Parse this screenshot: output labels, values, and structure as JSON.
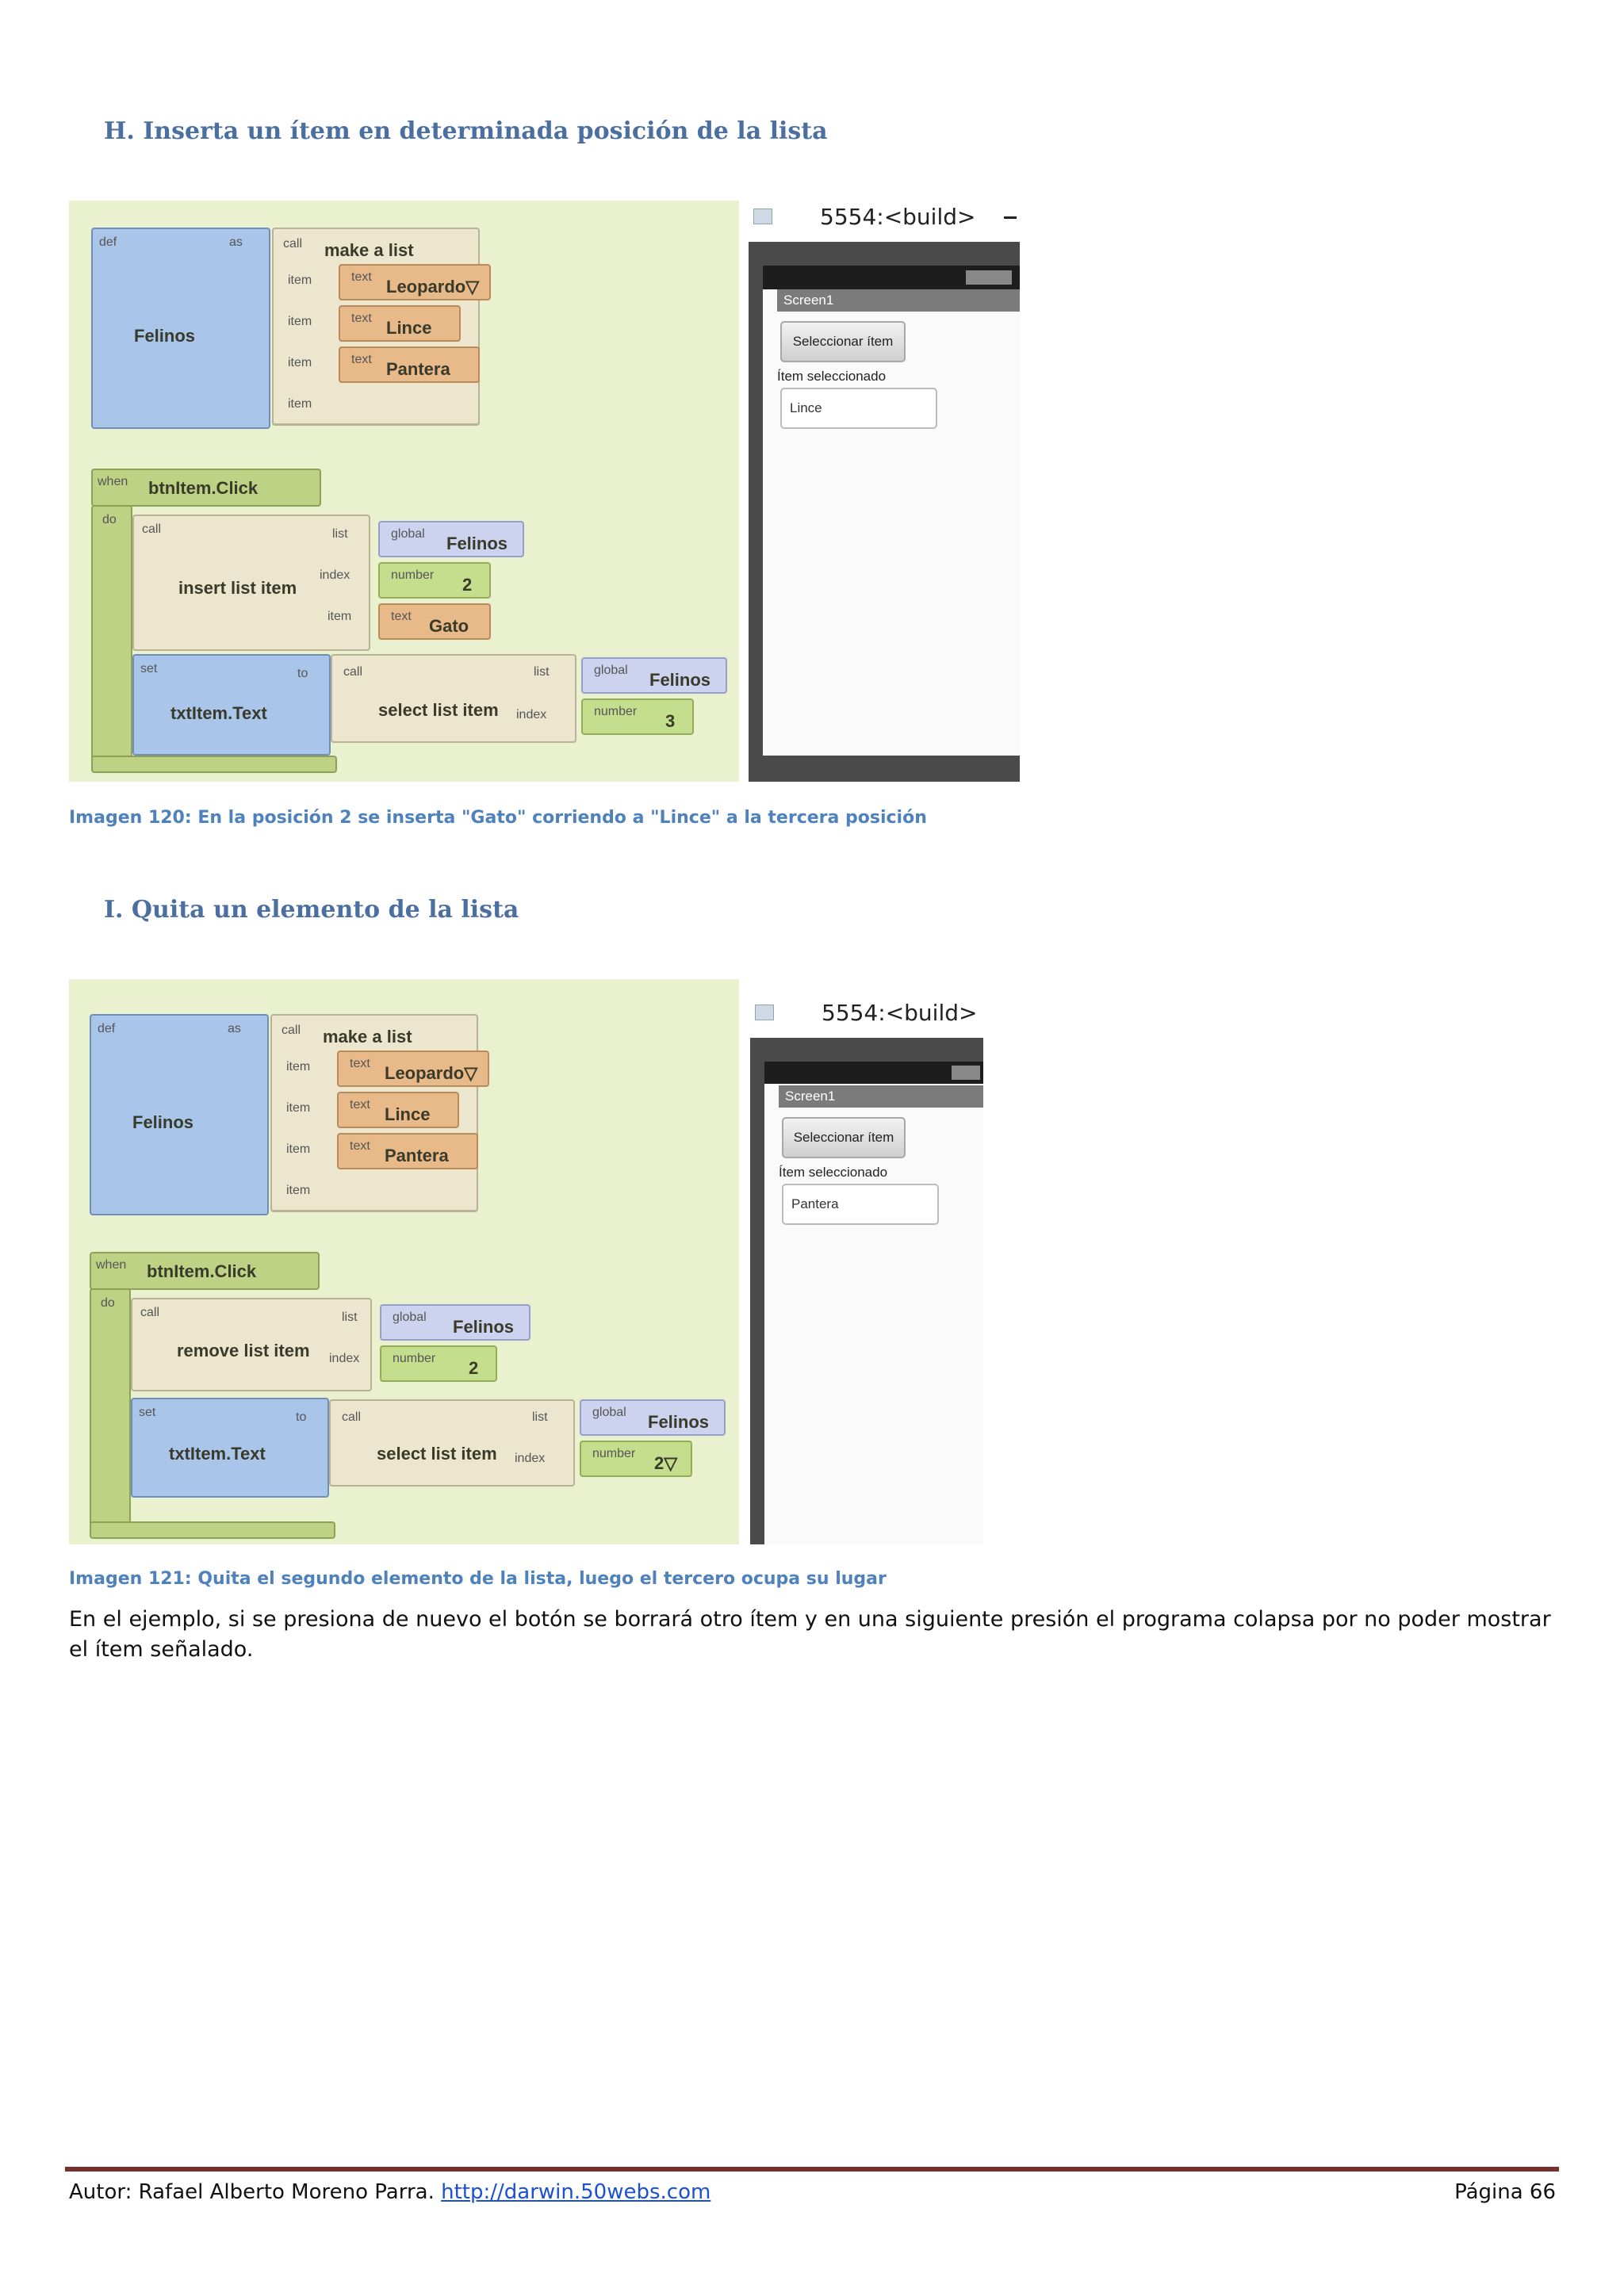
{
  "section_h": {
    "title": "H.  Inserta un ítem en determinada posición de la lista"
  },
  "fig1": {
    "caption": "Imagen 120: En la posición 2 se inserta \"Gato\" corriendo a \"Lince\" a la tercera posición",
    "def": {
      "kw": "def",
      "as": "as",
      "name": "Felinos"
    },
    "make_list": {
      "call": "call",
      "label": "make a list",
      "item": "item",
      "text": "text",
      "items": [
        "Leopardo▽",
        "Lince",
        "Pantera"
      ]
    },
    "event": {
      "when": "when",
      "name": "btnItem.Click",
      "do": "do"
    },
    "action": {
      "call": "call",
      "label": "insert list item",
      "list": "list",
      "index": "index",
      "item": "item",
      "global": "global",
      "global_name": "Felinos",
      "number": "number",
      "num_val": "2",
      "text": "text",
      "text_val": "Gato"
    },
    "setter": {
      "set": "set",
      "to": "to",
      "target": "txtItem.Text",
      "call": "call",
      "label": "select list item",
      "list": "list",
      "index": "index",
      "global": "global",
      "global_name": "Felinos",
      "number": "number",
      "num_val": "3"
    },
    "phone": {
      "build": "5554:<build>",
      "screen": "Screen1",
      "button": "Seleccionar ítem",
      "label": "Ítem seleccionado",
      "value": "Lince"
    }
  },
  "section_i": {
    "title": "I.   Quita un elemento de la lista"
  },
  "fig2": {
    "caption": "Imagen 121: Quita el segundo elemento de la lista, luego el tercero ocupa su lugar",
    "def": {
      "kw": "def",
      "as": "as",
      "name": "Felinos"
    },
    "make_list": {
      "call": "call",
      "label": "make a list",
      "item": "item",
      "text": "text",
      "items": [
        "Leopardo▽",
        "Lince",
        "Pantera"
      ]
    },
    "event": {
      "when": "when",
      "name": "btnItem.Click",
      "do": "do"
    },
    "action": {
      "call": "call",
      "label": "remove list item",
      "list": "list",
      "index": "index",
      "global": "global",
      "global_name": "Felinos",
      "number": "number",
      "num_val": "2"
    },
    "setter": {
      "set": "set",
      "to": "to",
      "target": "txtItem.Text",
      "call": "call",
      "label": "select list item",
      "list": "list",
      "index": "index",
      "global": "global",
      "global_name": "Felinos",
      "number": "number",
      "num_val": "2▽"
    },
    "phone": {
      "build": "5554:<build>",
      "screen": "Screen1",
      "button": "Seleccionar ítem",
      "label": "Ítem seleccionado",
      "value": "Pantera"
    }
  },
  "paragraph": "En el ejemplo, si se presiona de nuevo el botón se borrará otro ítem y en una siguiente presión el programa colapsa por no poder mostrar el ítem señalado.",
  "footer": {
    "author": "Autor: Rafael Alberto Moreno Parra.",
    "url": "http://darwin.50webs.com",
    "page": "Página 66"
  }
}
